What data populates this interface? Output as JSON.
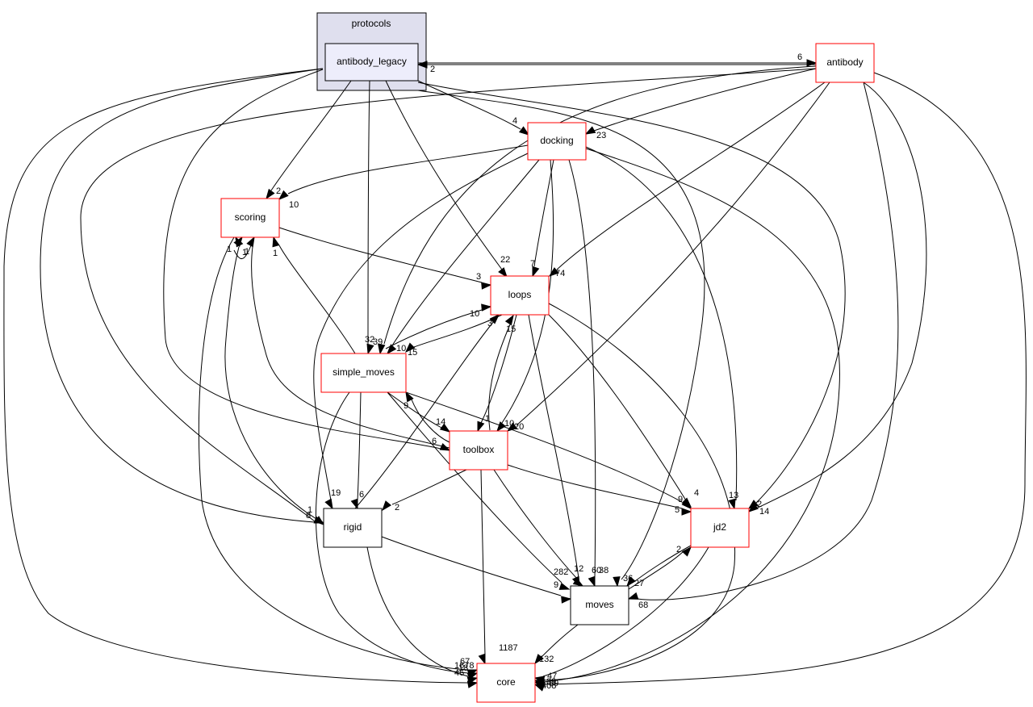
{
  "cluster": {
    "label": "protocols"
  },
  "nodes": {
    "antibody_legacy": "antibody_legacy",
    "antibody": "antibody",
    "docking": "docking",
    "scoring": "scoring",
    "loops": "loops",
    "simple_moves": "simple_moves",
    "toolbox": "toolbox",
    "rigid": "rigid",
    "jd2": "jd2",
    "moves": "moves",
    "core": "core"
  },
  "edge_labels": {
    "al_antibody": "6",
    "antibody_al": "2",
    "al_docking": "4",
    "antibody_docking": "23",
    "al_scoring": "2",
    "docking_scoring": "10",
    "al_loops": "22",
    "docking_loops": "7",
    "antibody_loops": "74",
    "scoring_loops": "3",
    "sm_loops": "10",
    "toolbox_loops": "15",
    "rigid_loops": "3",
    "al_sm": "32",
    "antibody_sm": "39",
    "docking_sm": "10",
    "loops_sm": "15",
    "toolbox_sm": "9",
    "al_toolbox": "6",
    "sm_toolbox": "14",
    "loops_toolbox": "1",
    "docking_toolbox": "10",
    "antibody_toolbox": "20",
    "scoring_rigid_1": "1",
    "sm_scoring": "1",
    "toolbox_scoring": "1",
    "rigid_scoring": "1",
    "al_rigid": "1",
    "antibody_rigid": "8",
    "docking_rigid": "19",
    "sm_rigid": "6",
    "toolbox_rigid": "2",
    "sm_jd2": "9",
    "toolbox_jd2": "5",
    "loops_jd2": "4",
    "docking_jd2": "13",
    "al_jd2": "2",
    "antibody_jd2": "14",
    "moves_jd2": "2",
    "rigid_moves": "9",
    "sm_moves": "282",
    "toolbox_moves": "12",
    "loops_moves": "60",
    "docking_moves": "38",
    "al_moves": "36",
    "jd2_moves": "27",
    "antibody_moves": "68",
    "toolbox_core": "1187",
    "moves_core": "132",
    "rigid_core": "67",
    "sm_core": "1678",
    "scoring_core": "46",
    "al_core": "18",
    "jd2_core": "47",
    "loops_core": "89",
    "docking_core": "89",
    "antibody_core": "408"
  }
}
